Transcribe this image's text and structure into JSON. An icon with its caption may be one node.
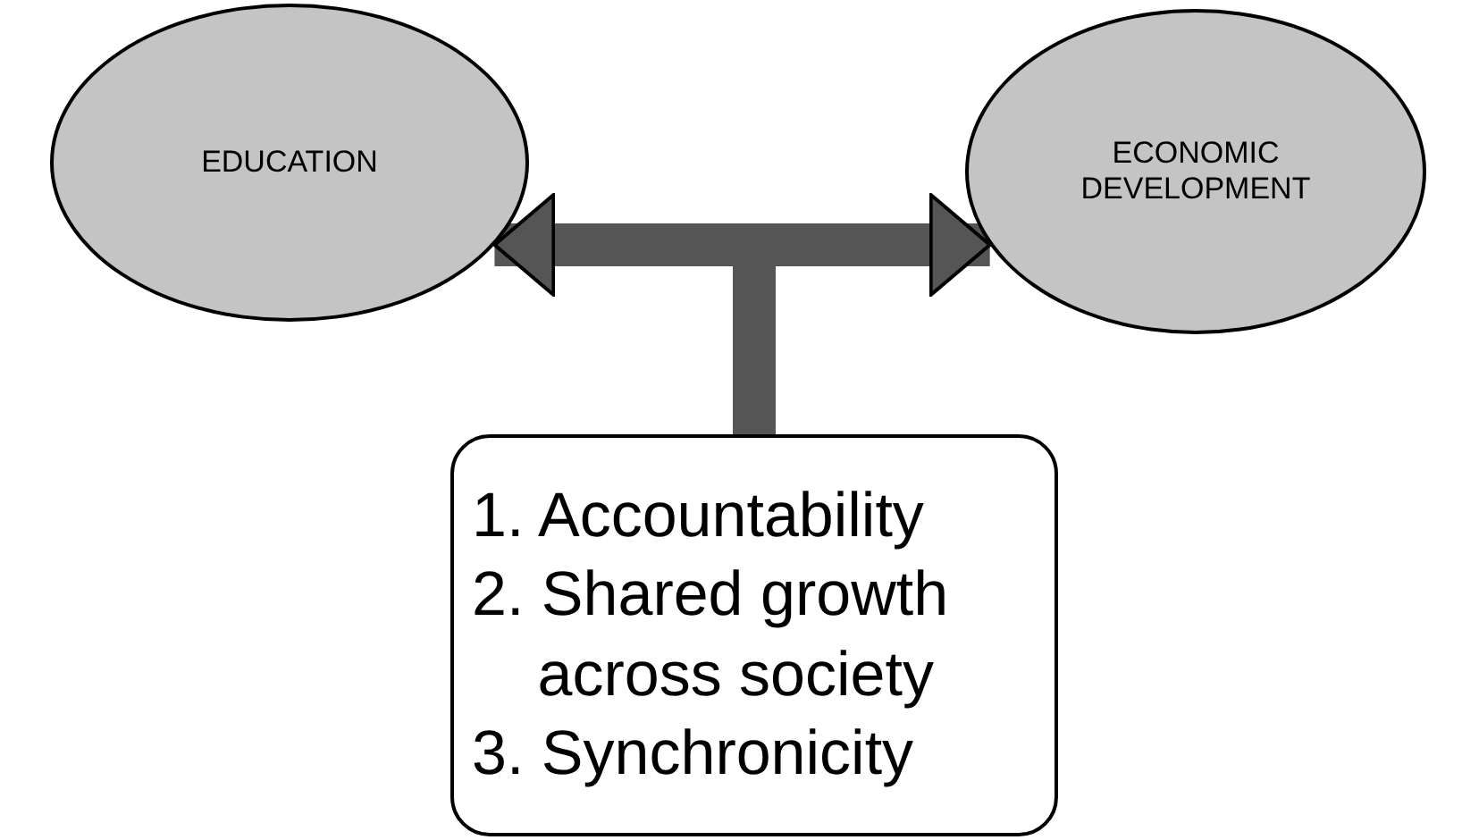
{
  "diagram": {
    "nodes": [
      {
        "text": [
          "EDUCATION"
        ]
      },
      {
        "text": [
          "ECONOMIC DEVELOPMENT"
        ]
      },
      {
        "text": [
          "1. Accountability",
          "2. Shared growth across society",
          "3. Synchronicity"
        ]
      }
    ],
    "edges": [
      {
        "from": 2,
        "to": 0,
        "arrow": "to"
      },
      {
        "from": 2,
        "to": 1,
        "arrow": "to"
      }
    ]
  }
}
